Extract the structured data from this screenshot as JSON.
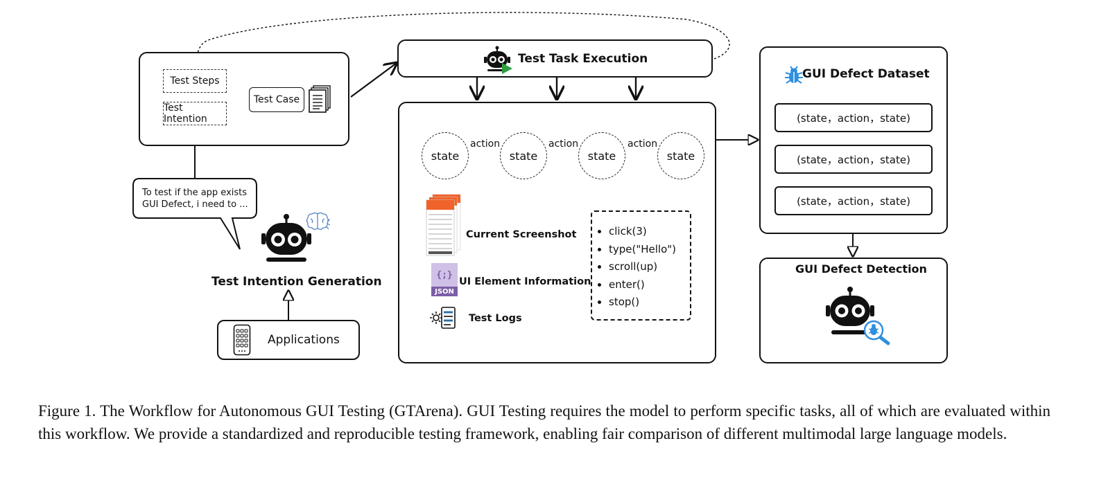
{
  "test_case": {
    "steps": "Test Steps",
    "intention": "Test Intention",
    "case": "Test Case"
  },
  "speech_bubble": {
    "line1": "To test if the app exists",
    "line2": "GUI Defect, i need to ..."
  },
  "intention_generation": {
    "label": "Test Intention Generation"
  },
  "applications": {
    "label": "Applications"
  },
  "execution": {
    "title": "Test Task Execution",
    "states": [
      "state",
      "state",
      "state",
      "state"
    ],
    "actions": [
      "action",
      "action",
      "action"
    ],
    "inputs": {
      "screenshot": "Current Screenshot",
      "ui_element": "UI Element Information",
      "logs": "Test Logs",
      "json_badge": "JSON",
      "json_glyph": "{;}"
    },
    "action_list": [
      "click(3)",
      "type(\"Hello\")",
      "scroll(up)",
      "enter()",
      "stop()"
    ]
  },
  "dataset": {
    "title": "GUI Defect Dataset",
    "tuples": [
      "(state，action，state)",
      "(state，action，state)",
      "(state，action，state)"
    ]
  },
  "detection": {
    "title": "GUI Defect Detection"
  },
  "caption": {
    "text": "Figure 1. The Workflow for Autonomous GUI Testing (GTArena). GUI Testing requires the model to perform specific tasks, all of which are evaluated within this workflow. We provide a standardized and reproducible testing framework, enabling fair comparison of different multimodal large language models."
  },
  "colors": {
    "ink": "#111111",
    "play_green": "#2e9e3e",
    "bug_blue": "#2f8fe0",
    "screenshot_orange": "#f0632a",
    "json_purple": "#7b5ea7",
    "json_lilac": "#cfc0e6"
  },
  "icons": [
    "robot-icon",
    "play-icon",
    "document-stack-icon",
    "brain-icon",
    "phone-icon",
    "screenshot-icon",
    "json-file-icon",
    "gear-log-icon",
    "bug-icon",
    "magnifier-icon"
  ]
}
